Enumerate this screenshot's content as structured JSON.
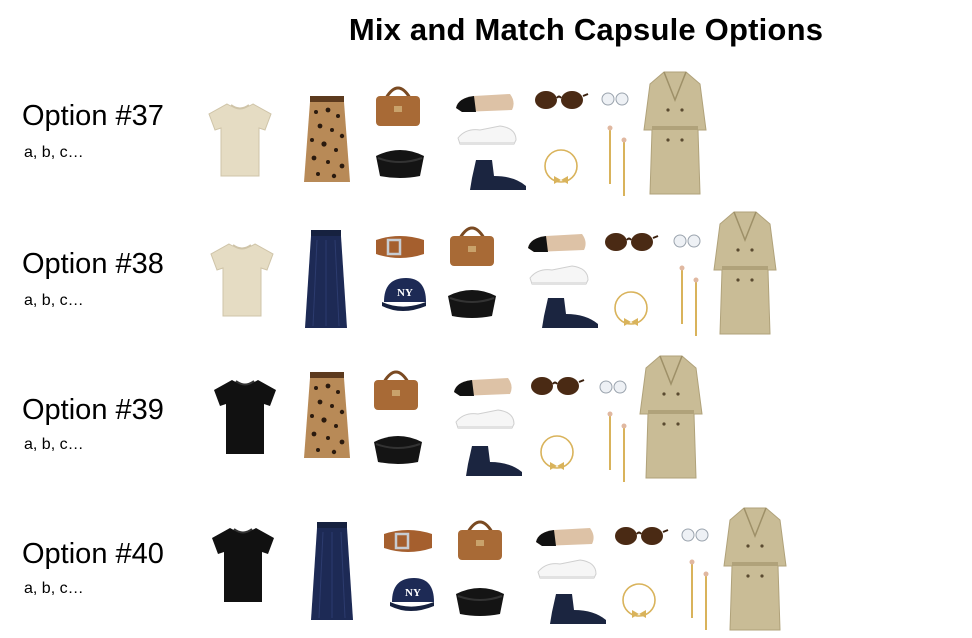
{
  "title": "Mix and Match Capsule Options",
  "options": [
    {
      "label": "Option #37",
      "sub": "a, b, c…"
    },
    {
      "label": "Option #38",
      "sub": "a, b, c…"
    },
    {
      "label": "Option #39",
      "sub": "a, b, c…"
    },
    {
      "label": "Option #40",
      "sub": "a, b, c…"
    }
  ],
  "cap_logo": "NY",
  "colors": {
    "cream_tee": "#e5dcc3",
    "black_tee": "#111111",
    "leopard_base": "#b88a57",
    "navy": "#1d2a55",
    "cognac": "#a55f2e",
    "suede_tan": "#a86a36",
    "trench": "#c9bc96",
    "gold": "#d9b35b"
  }
}
